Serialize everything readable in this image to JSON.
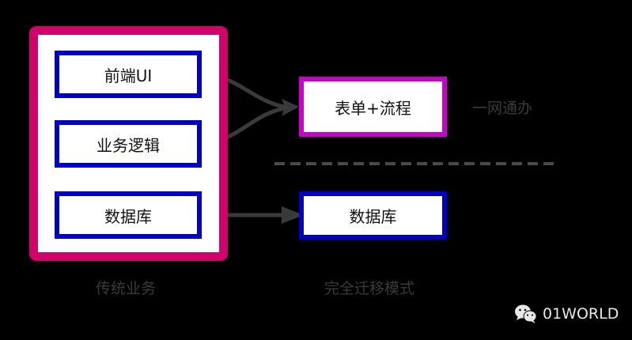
{
  "legacy_group": {
    "caption": "传统业务",
    "border_color": "#d1006a",
    "modules": [
      {
        "label": "前端UI"
      },
      {
        "label": "业务逻辑"
      },
      {
        "label": "数据库"
      }
    ]
  },
  "migration": {
    "caption": "完全迁移模式",
    "targets": [
      {
        "label": "表单+流程",
        "border_color": "#cc00cc"
      },
      {
        "label": "数据库",
        "border_color": "#0000cc"
      }
    ],
    "side_note": "一网通办"
  },
  "watermark": {
    "icon": "wechat-icon",
    "text": "01WORLD"
  },
  "colors": {
    "background": "#000000",
    "module_border": "#0000cc",
    "arrow": "#3a3a3a",
    "divider": "#4a4a4a"
  }
}
